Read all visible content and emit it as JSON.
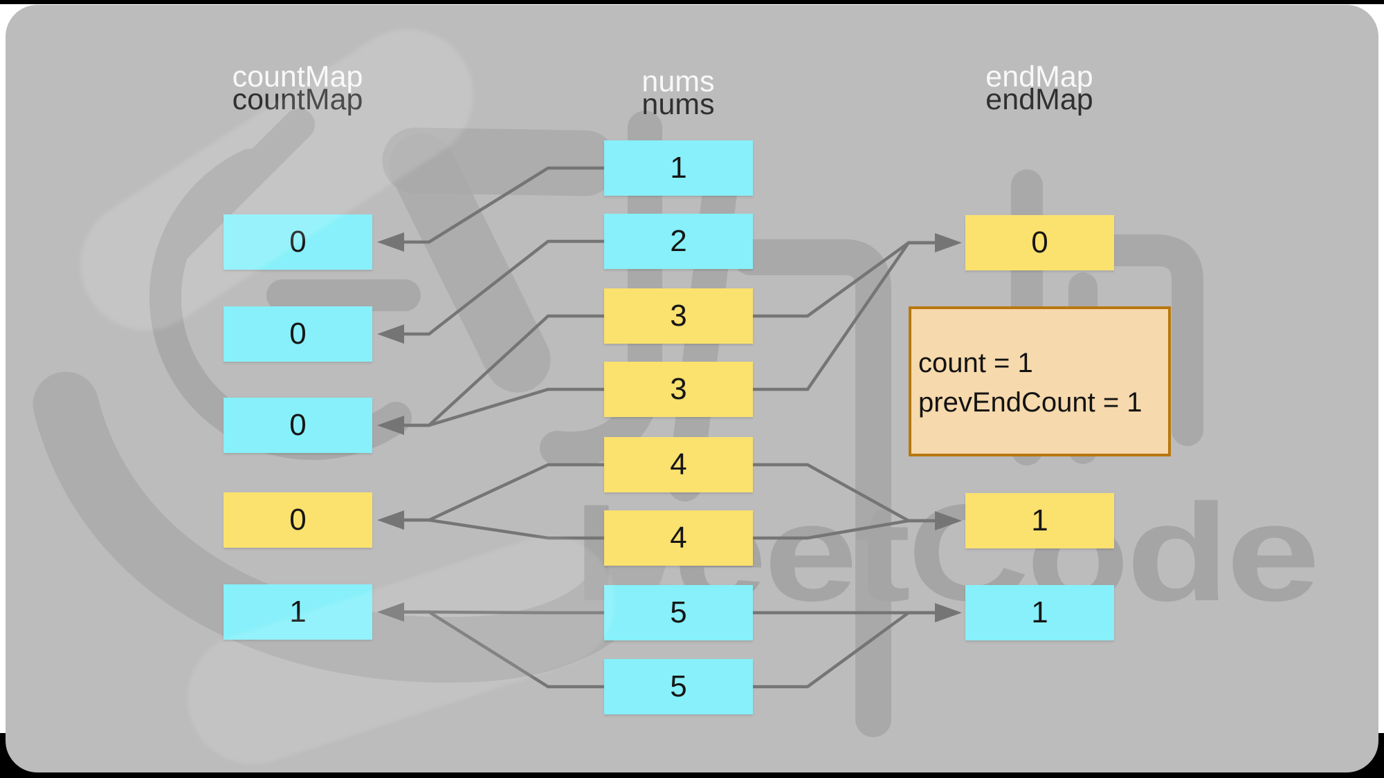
{
  "columns": [
    {
      "key": "countMap",
      "header": "countMap",
      "boxes": [
        {
          "value": "0",
          "color": "cyan"
        },
        {
          "value": "0",
          "color": "cyan"
        },
        {
          "value": "0",
          "color": "cyan"
        },
        {
          "value": "0",
          "color": "yellow"
        },
        {
          "value": "1",
          "color": "cyan"
        }
      ]
    },
    {
      "key": "nums",
      "header": "nums",
      "boxes": [
        {
          "value": "1",
          "color": "cyan"
        },
        {
          "value": "2",
          "color": "cyan"
        },
        {
          "value": "3",
          "color": "yellow"
        },
        {
          "value": "3",
          "color": "yellow"
        },
        {
          "value": "4",
          "color": "yellow"
        },
        {
          "value": "4",
          "color": "yellow"
        },
        {
          "value": "5",
          "color": "cyan"
        },
        {
          "value": "5",
          "color": "cyan"
        }
      ]
    },
    {
      "key": "endMap",
      "header": "endMap",
      "boxes": [
        {
          "value": "0",
          "color": "yellow"
        },
        {
          "value": "1",
          "color": "yellow"
        },
        {
          "value": "1",
          "color": "cyan"
        }
      ]
    }
  ],
  "annotation": {
    "line1": "count = 1",
    "line2": "prevEndCount = 1"
  },
  "arrows": {
    "to_countMap": [
      {
        "from_nums": 0,
        "to": 0
      },
      {
        "from_nums": 1,
        "to": 1
      },
      {
        "from_nums": 2,
        "to": 2
      },
      {
        "from_nums": 3,
        "to": 2
      },
      {
        "from_nums": 4,
        "to": 3
      },
      {
        "from_nums": 5,
        "to": 3
      },
      {
        "from_nums": 6,
        "to": 4
      },
      {
        "from_nums": 7,
        "to": 4
      }
    ],
    "to_endMap": [
      {
        "from_nums": 2,
        "to": 0
      },
      {
        "from_nums": 3,
        "to": 0
      },
      {
        "from_nums": 4,
        "to": 1
      },
      {
        "from_nums": 5,
        "to": 1
      },
      {
        "from_nums": 6,
        "to": 2
      },
      {
        "from_nums": 7,
        "to": 2
      }
    ]
  },
  "watermark": {
    "text": "LeetCode"
  },
  "colors": {
    "background": "#bcbcbc",
    "cyan": "#87f0fa",
    "yellow": "#fbe16e",
    "annotation_fill": "#f6d9ac",
    "annotation_border": "#b8770f",
    "arrow": "#757575",
    "watermark": "#a9a9a9",
    "header_front": "#303030",
    "header_back": "#f8f8f8"
  }
}
